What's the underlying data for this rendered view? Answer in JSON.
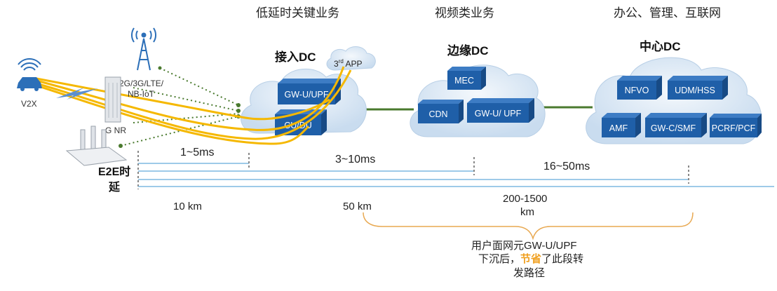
{
  "categories": {
    "low_latency": "低延时关键业务",
    "video": "视频类业务",
    "office": "办公、管理、互联网"
  },
  "datacenters": {
    "access": "接入DC",
    "edge": "边缘DC",
    "center": "中心DC"
  },
  "app_cloud": {
    "label": "3",
    "sup": "rd",
    "suffix": " APP"
  },
  "boxes": {
    "access": [
      "GW-U/UPF",
      "CU/DU"
    ],
    "edge": [
      "MEC",
      "CDN",
      "GW-U/ UPF"
    ],
    "center": [
      "NFVO",
      "UDM/HSS",
      "AMF",
      "GW-C/SMF",
      "PCRF/PCF"
    ]
  },
  "devices": {
    "v2x": "V2X",
    "tower": "2G/3G/LTE/\nNB-IoT",
    "tower_line1": "2G/3G/LTE/",
    "tower_line2": "NB-IoT",
    "gnr": "G NR"
  },
  "e2e": {
    "line1": "E2E时",
    "line2": "延"
  },
  "latencies": [
    "1~5ms",
    "3~10ms",
    "16~50ms"
  ],
  "distances": [
    "10 km",
    "50 km",
    "200-1500",
    "km"
  ],
  "note": {
    "line1": "用户面网元GW-U/UPF",
    "line2_a": "下沉后，",
    "line2_highlight": "节省",
    "line2_b": "了此段转",
    "line3": "发路径"
  },
  "colors": {
    "cloud": "#dde9f5",
    "box": "#1f5fa8",
    "box_side": "#174a85",
    "yellow": "#f5b800",
    "green": "#4a7a2e",
    "brace": "#e8a850",
    "highlight": "#f0a020",
    "line_blue": "#7fb8e0"
  }
}
